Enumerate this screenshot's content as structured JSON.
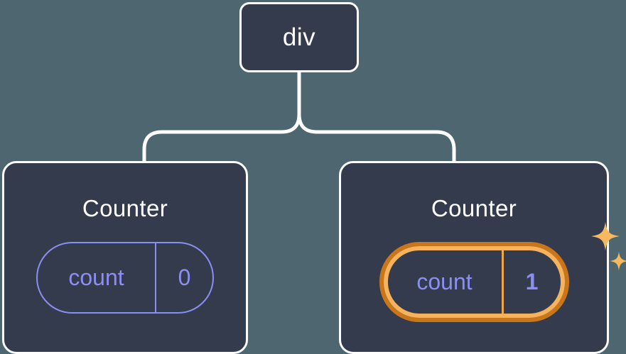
{
  "diagram": {
    "type": "component-tree",
    "background_color": "#4d6670",
    "node_fill_color": "#343b4c",
    "node_border_color": "#ffffff",
    "accent_color": "#8b8ef2",
    "highlight_outer_color": "#c9761b",
    "highlight_inner_color": "#f6b35c",
    "sparkle_color": "#f7b95f",
    "root": {
      "label": "div"
    },
    "children": [
      {
        "label": "Counter",
        "state": {
          "key": "count",
          "value": "0"
        },
        "highlighted": false,
        "sparkle": false
      },
      {
        "label": "Counter",
        "state": {
          "key": "count",
          "value": "1"
        },
        "highlighted": true,
        "sparkle": true
      }
    ],
    "icons": {
      "sparkle_large": "sparkle-icon",
      "sparkle_small": "sparkle-small-icon"
    }
  }
}
